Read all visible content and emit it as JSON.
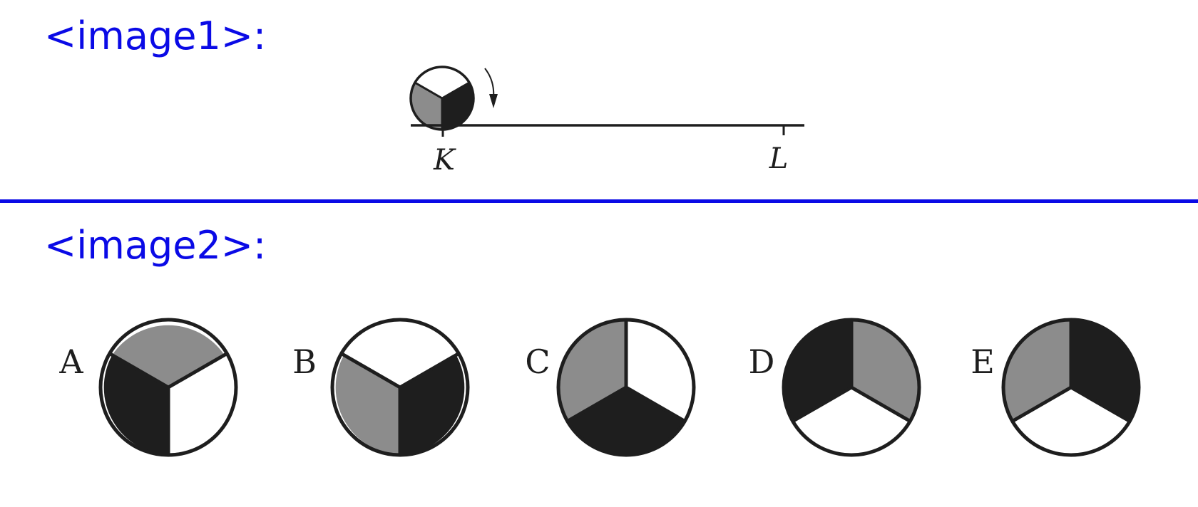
{
  "colors": {
    "accent": "#0a0ae6",
    "line": "#1e1e1e",
    "white_sector": "#ffffff",
    "gray_sector": "#8c8c8c",
    "black_sector": "#1e1e1e"
  },
  "panels": [
    {
      "title": "<image1>:",
      "track": {
        "start_label": "K",
        "end_label": "L"
      },
      "wheel": {
        "top": "white",
        "right": "black",
        "left": "gray"
      },
      "rotation_arrow": "clockwise-arrow-icon"
    },
    {
      "title": "<image2>:",
      "options": [
        {
          "label": "A",
          "top": "gray",
          "right": "white",
          "left": "black"
        },
        {
          "label": "B",
          "top": "white",
          "right": "black",
          "left": "gray"
        },
        {
          "label": "C",
          "top_right": "white",
          "bottom": "black",
          "top_left": "gray"
        },
        {
          "label": "D",
          "top_right": "gray",
          "bottom": "white",
          "top_left": "black"
        },
        {
          "label": "E",
          "top_right": "black",
          "bottom": "white",
          "top_left": "gray"
        }
      ]
    }
  ]
}
